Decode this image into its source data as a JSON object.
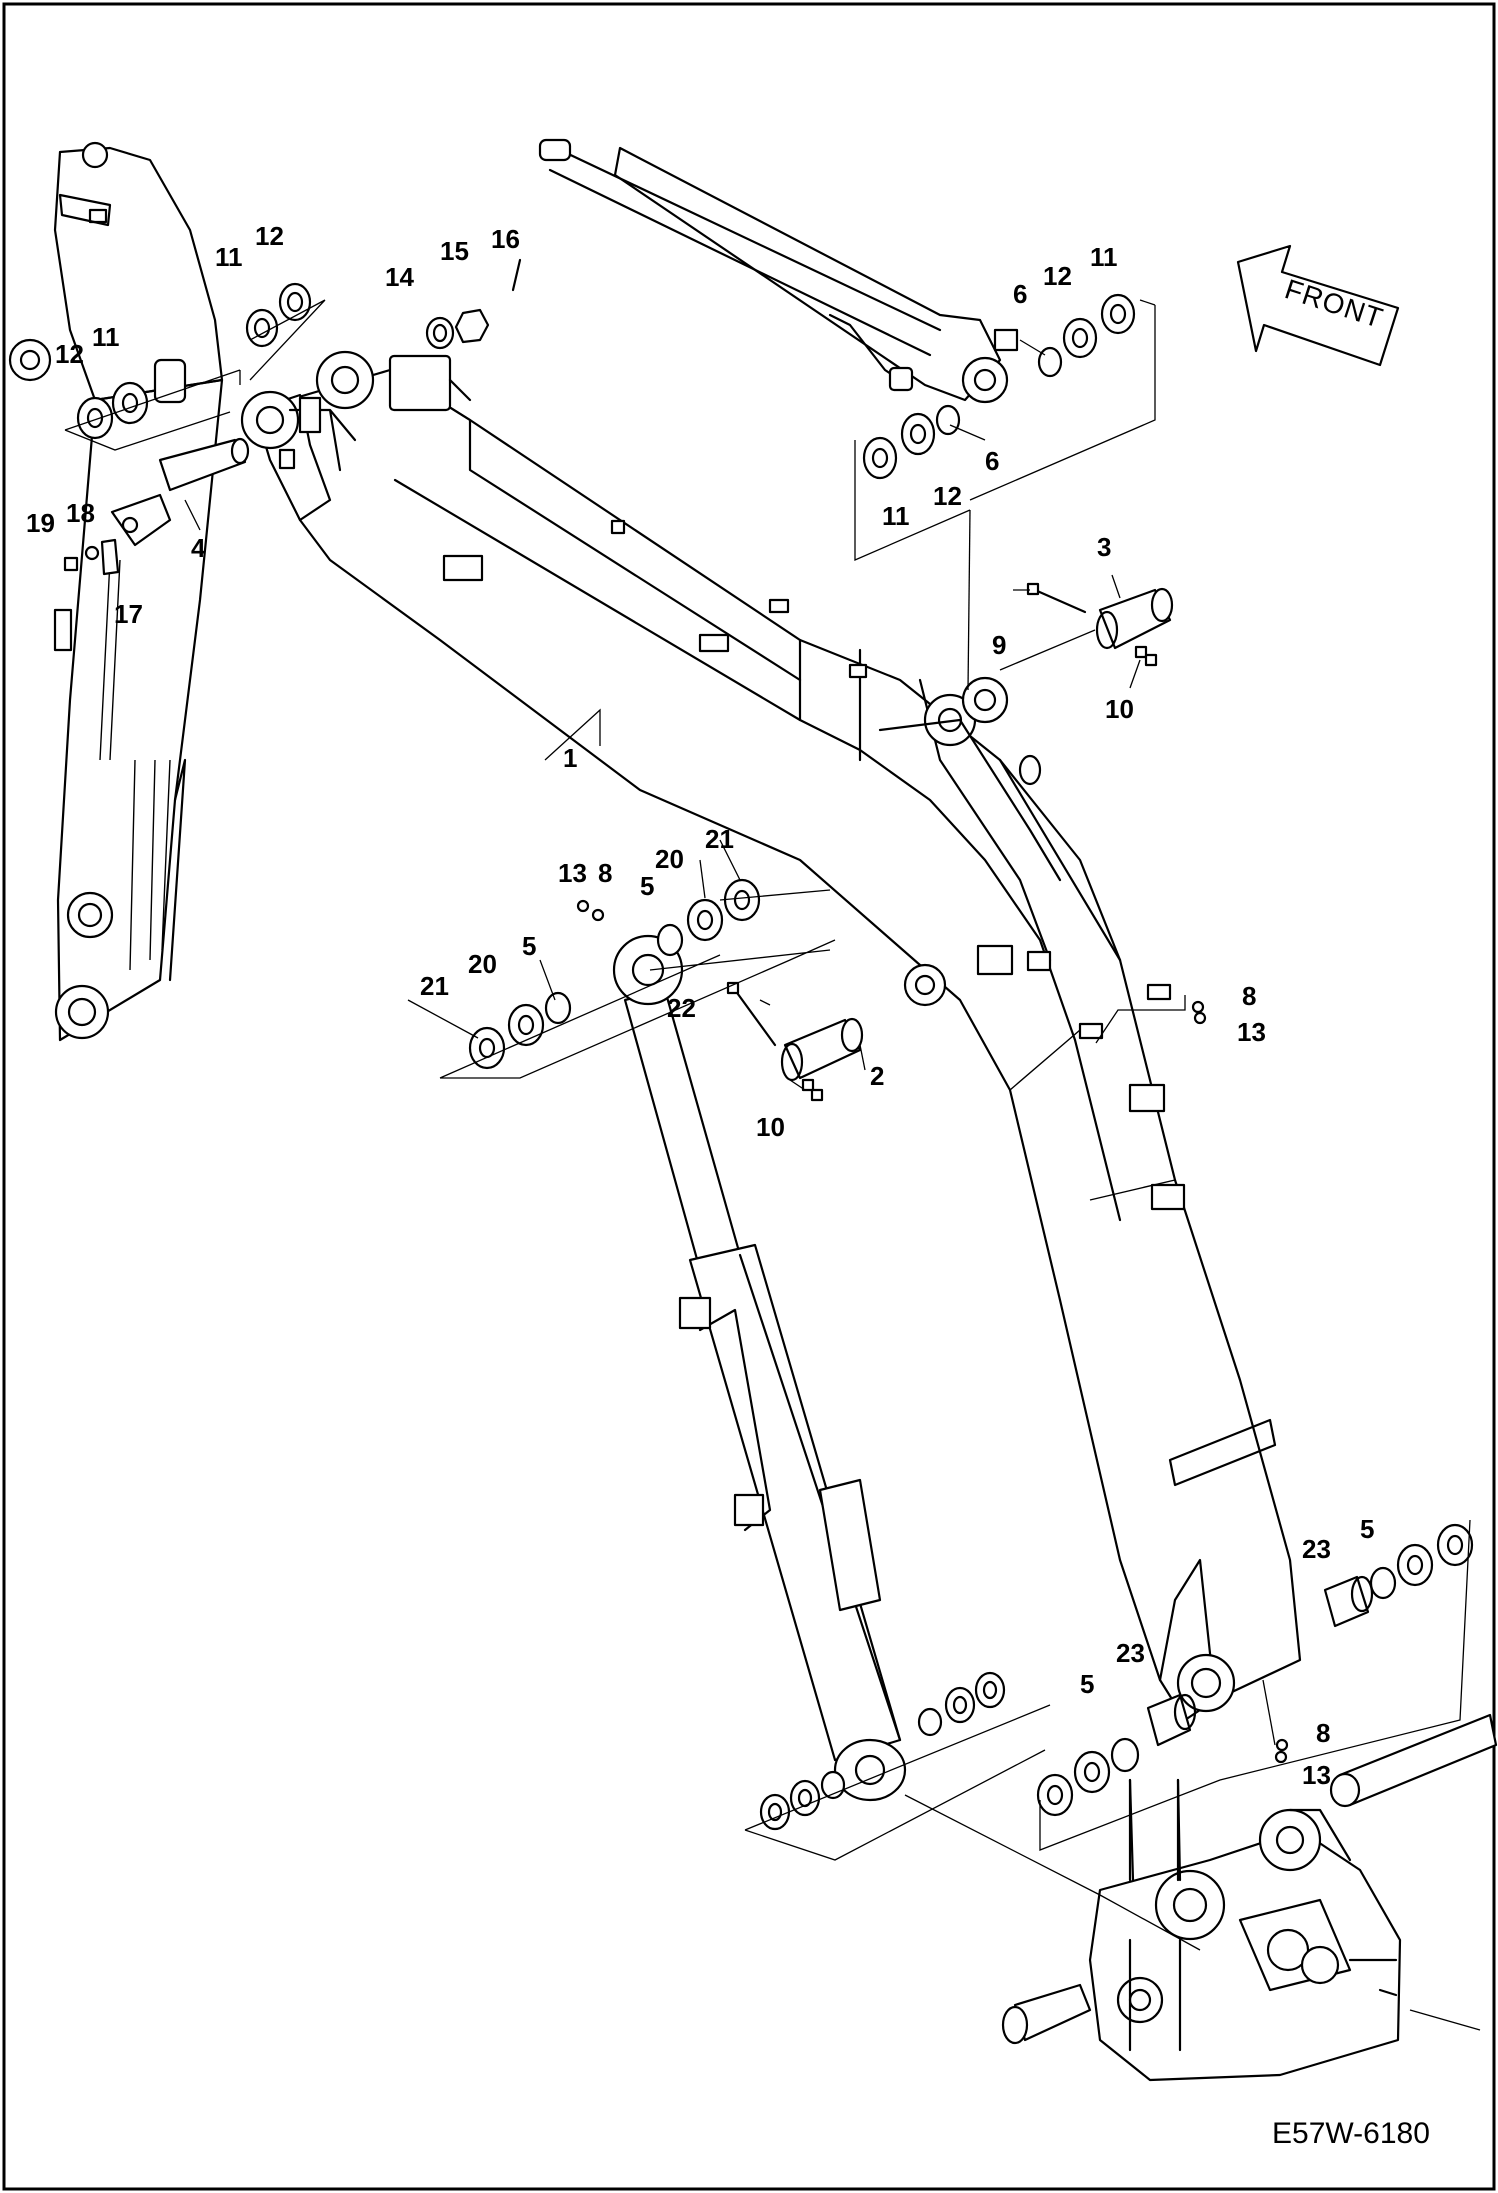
{
  "drawing_code": "E57W-6180",
  "direction_label": "FRONT",
  "callouts": [
    {
      "label": "1"
    },
    {
      "label": "2"
    },
    {
      "label": "3"
    },
    {
      "label": "4"
    },
    {
      "label": "5"
    },
    {
      "label": "5"
    },
    {
      "label": "5"
    },
    {
      "label": "5"
    },
    {
      "label": "6"
    },
    {
      "label": "6"
    },
    {
      "label": "8"
    },
    {
      "label": "8"
    },
    {
      "label": "8"
    },
    {
      "label": "9"
    },
    {
      "label": "10"
    },
    {
      "label": "10"
    },
    {
      "label": "11"
    },
    {
      "label": "11"
    },
    {
      "label": "11"
    },
    {
      "label": "11"
    },
    {
      "label": "12"
    },
    {
      "label": "12"
    },
    {
      "label": "12"
    },
    {
      "label": "12"
    },
    {
      "label": "13"
    },
    {
      "label": "13"
    },
    {
      "label": "13"
    },
    {
      "label": "14"
    },
    {
      "label": "15"
    },
    {
      "label": "16"
    },
    {
      "label": "17"
    },
    {
      "label": "18"
    },
    {
      "label": "19"
    },
    {
      "label": "20"
    },
    {
      "label": "20"
    },
    {
      "label": "21"
    },
    {
      "label": "21"
    },
    {
      "label": "22"
    },
    {
      "label": "23"
    },
    {
      "label": "23"
    }
  ]
}
